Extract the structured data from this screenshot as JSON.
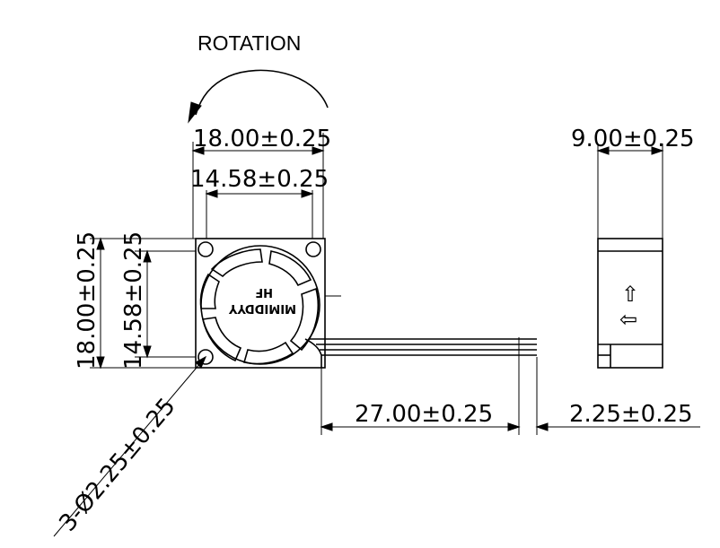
{
  "title": "ROTATION",
  "dimensions": {
    "outer_width": "18.00±0.25",
    "hole_spacing_width": "14.58±0.25",
    "outer_height": "18.00±0.25",
    "hole_spacing_height": "14.58±0.25",
    "hole_diameter": "3-Ø2.25±0.25",
    "depth": "9.00±0.25",
    "lead_length": "27.00±0.25",
    "lead_strip": "2.25±0.25"
  },
  "label": {
    "brand": "MIMIDDYY",
    "model": "HF"
  },
  "side_icons": {
    "airflow": "⇧",
    "rotation": "⇦"
  }
}
